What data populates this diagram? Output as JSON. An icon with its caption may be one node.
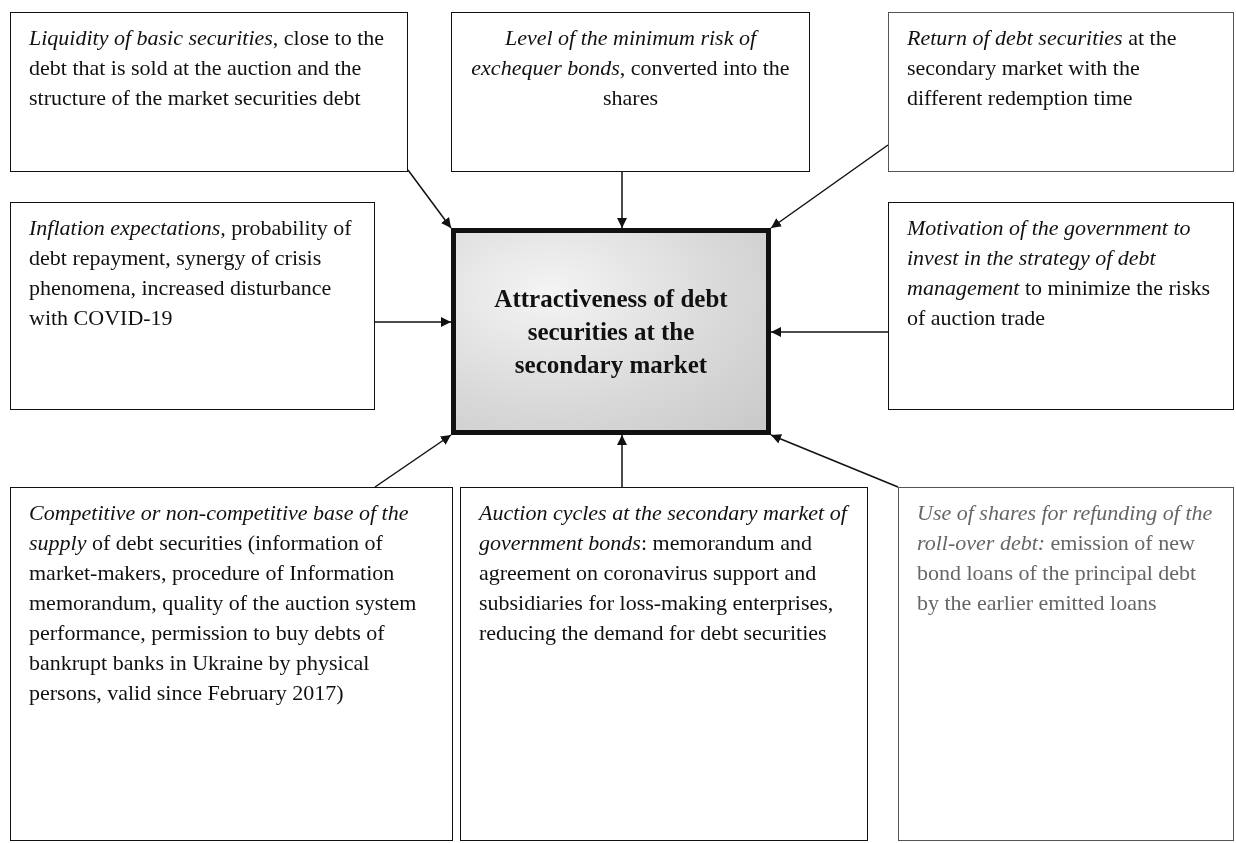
{
  "diagram": {
    "nodes": [
      {
        "text": [
          "*Liquidity of basic securities*, close to the debt that is sold at the auction and the structure of the market securities debt"
        ]
      },
      {
        "text": [
          "*Level of the minimum risk of exchequer bonds*, converted into the shares"
        ]
      },
      {
        "text": [
          "*Return of debt securities* at the secondary market with the different redemption time"
        ]
      },
      {
        "text": [
          "*Inflation expectations,* probability of debt repayment, synergy of crisis phenomena, increased disturbance with COVID-19"
        ]
      },
      {
        "text": [
          "Attractiveness of debt securities at the secondary market"
        ]
      },
      {
        "text": [
          "*Motivation of the government to invest in the strategy of debt management* to minimize the risks of auction trade"
        ]
      },
      {
        "text": [
          "*Competitive or non-competitive base of the supply* of debt securities (information of market-makers, procedure of Information memorandum, quality of the auction system performance, permission to buy debts of bankrupt banks in Ukraine by physical persons, valid since February 2017)"
        ]
      },
      {
        "text": [
          "*Auction cycles at the secondary market of government bonds*: memorandum and agreement on coronavirus support and subsidiaries for loss-making enterprises, reducing the demand for debt securities"
        ]
      },
      {
        "text": [
          "*Use of shares for refunding of the roll-over debt:* emission of new bond loans of the principal debt by the earlier emitted loans"
        ]
      }
    ],
    "edges": [
      {
        "from": 0,
        "to": 4,
        "arrow": "to"
      },
      {
        "from": 1,
        "to": 4,
        "arrow": "to"
      },
      {
        "from": 2,
        "to": 4,
        "arrow": "to"
      },
      {
        "from": 3,
        "to": 4,
        "arrow": "to"
      },
      {
        "from": 5,
        "to": 4,
        "arrow": "to"
      },
      {
        "from": 6,
        "to": 4,
        "arrow": "to"
      },
      {
        "from": 7,
        "to": 4,
        "arrow": "to"
      },
      {
        "from": 8,
        "to": 4,
        "arrow": "to"
      }
    ]
  }
}
